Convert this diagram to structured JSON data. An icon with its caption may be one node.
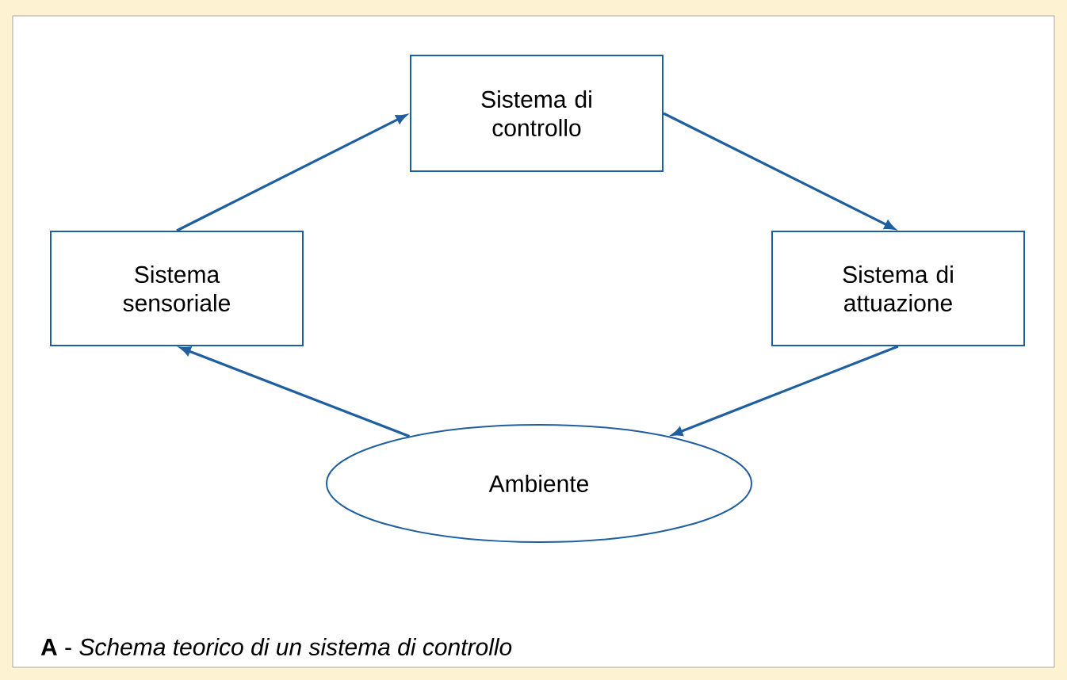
{
  "diagram": {
    "caption": "**A** - *Schema teorico di un sistema di controllo*",
    "nodes": [
      {
        "text": [
          "Sistema di controllo"
        ]
      },
      {
        "text": [
          "Sistema sensoriale"
        ]
      },
      {
        "text": [
          "Sistema di attuazione"
        ]
      },
      {
        "text": [
          "Ambiente"
        ]
      }
    ],
    "edges": [
      {
        "from": 1,
        "to": 0,
        "arrow": "to"
      },
      {
        "from": 0,
        "to": 2,
        "arrow": "to"
      },
      {
        "from": 2,
        "to": 3,
        "arrow": "to"
      },
      {
        "from": 3,
        "to": 1,
        "arrow": "to"
      }
    ]
  }
}
